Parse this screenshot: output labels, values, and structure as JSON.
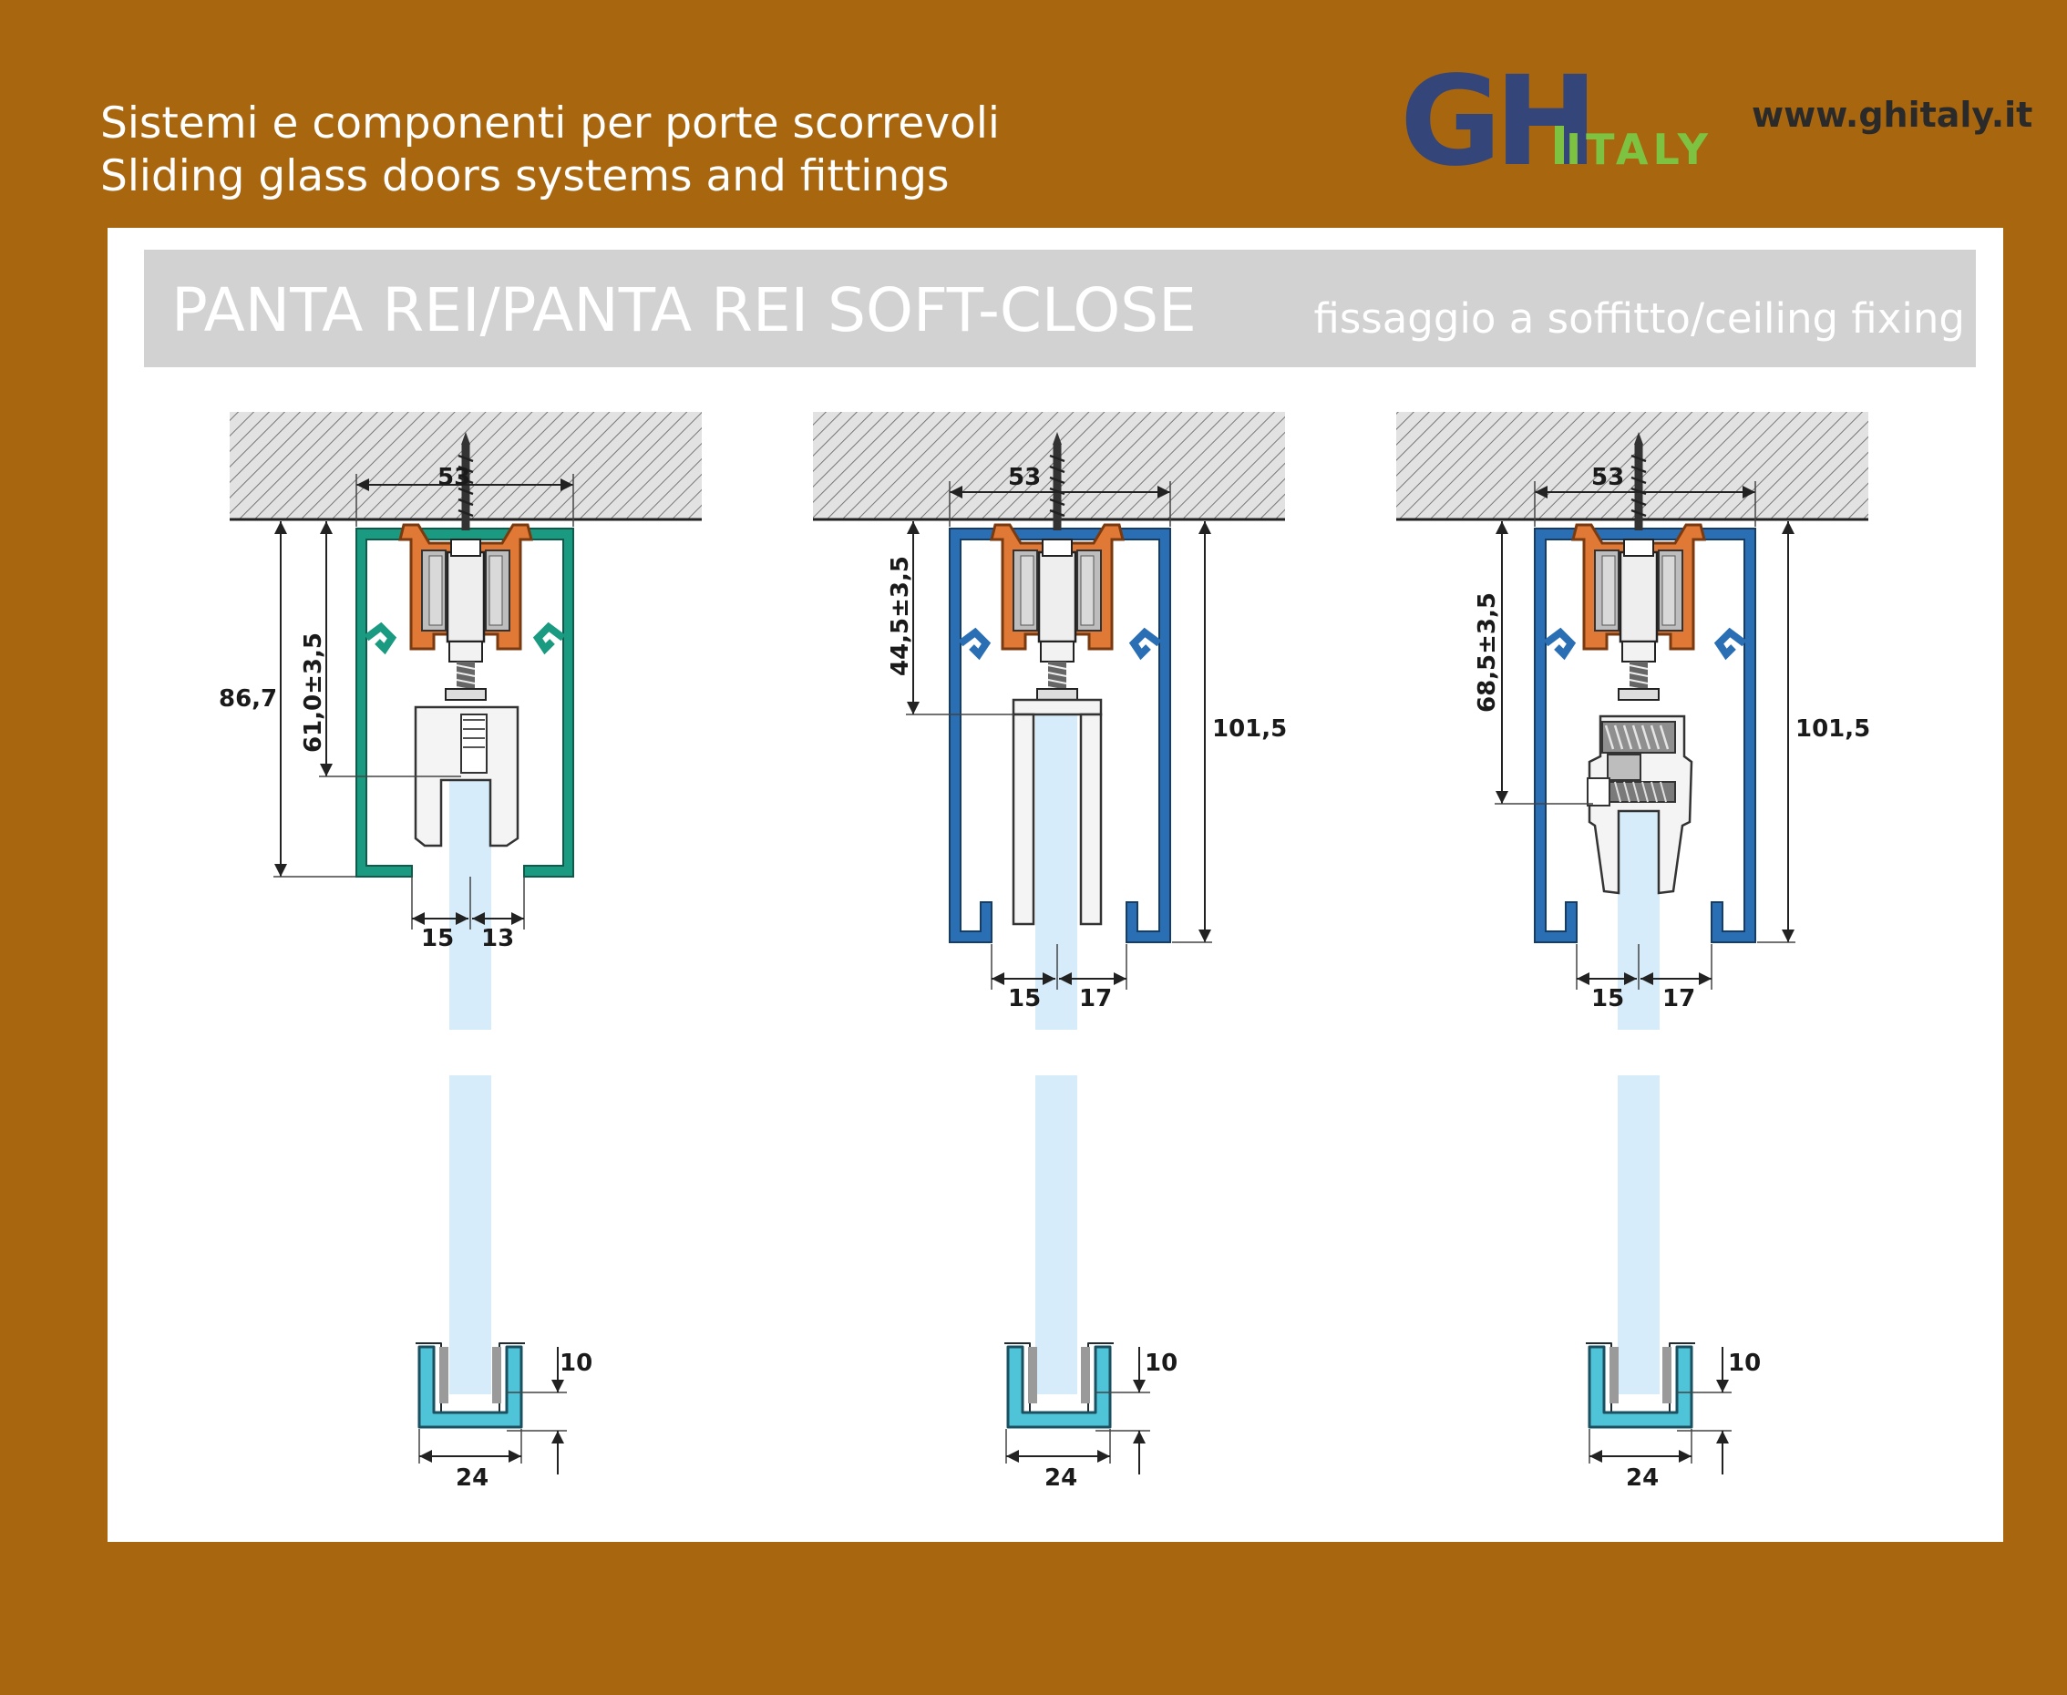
{
  "header": {
    "tagline_it": "Sistemi e componenti per porte scorrevoli",
    "tagline_en": "Sliding glass doors systems and fittings",
    "logo_text": "GHITALY",
    "website": "www.ghitaly.it"
  },
  "title_bar": {
    "title": "PANTA REI/PANTA REI SOFT-CLOSE",
    "subtitle": "fissaggio a soffitto/ceiling fixing"
  },
  "colors": {
    "background": "#A8660E",
    "title_bar": "#d2d2d2",
    "profile_green": "#1a9a80",
    "profile_blue": "#2a6fb4",
    "carriage_orange": "#e07836",
    "glass": "#d6ecfb",
    "guide_cyan": "#4fc3d8",
    "logo_navy": "#34457a",
    "logo_green": "#7ec242"
  },
  "diagrams": [
    {
      "id": "panta-rei-green",
      "profile": "green",
      "dims": {
        "width_top": "53",
        "total_height": "86,7",
        "adjust": "61,0±3,5",
        "left_gap": "15",
        "right_gap": "13",
        "guide_height": "10",
        "guide_width": "24"
      }
    },
    {
      "id": "panta-rei-blue",
      "profile": "blue",
      "dims": {
        "width_top": "53",
        "total_height": "101,5",
        "adjust": "44,5±3,5",
        "left_gap": "15",
        "right_gap": "17",
        "guide_height": "10",
        "guide_width": "24"
      }
    },
    {
      "id": "panta-rei-soft-close",
      "profile": "blue",
      "dims": {
        "width_top": "53",
        "total_height": "101,5",
        "adjust": "68,5±3,5",
        "left_gap": "15",
        "right_gap": "17",
        "guide_height": "10",
        "guide_width": "24"
      }
    }
  ]
}
